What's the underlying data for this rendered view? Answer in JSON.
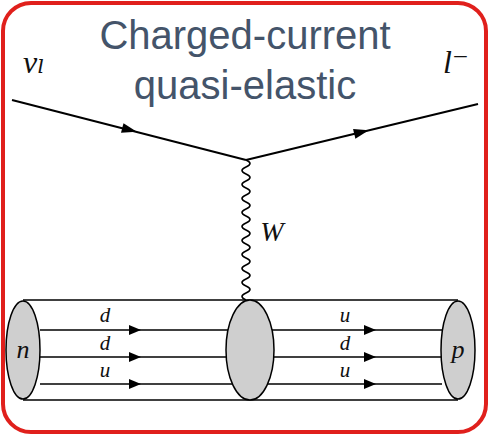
{
  "diagram": {
    "title": "Charged-current quasi-elastic",
    "nodes": [
      {
        "text": [
          "n"
        ]
      },
      {
        "text": [
          "p"
        ]
      }
    ],
    "labels": [
      "νₗ",
      "l⁻",
      "W",
      "d",
      "d",
      "u",
      "u",
      "d",
      "u"
    ]
  }
}
